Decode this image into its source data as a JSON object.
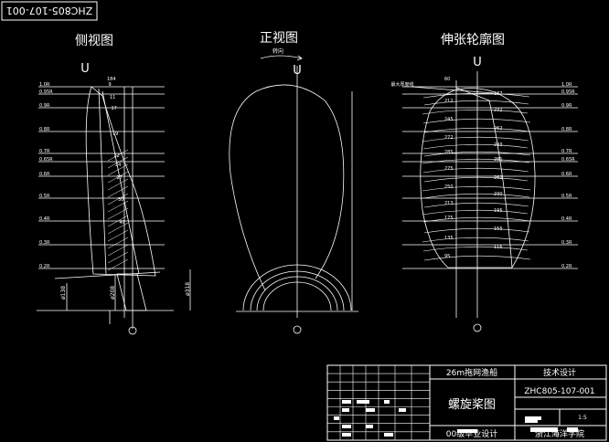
{
  "drawing_number_flipped": "ZHC805-107-001",
  "views": {
    "side": "侧视图",
    "front": "正视图",
    "expanded": "伸张轮廓图"
  },
  "rotation_label": "转向",
  "u_marker": "U",
  "max_thickness_label": "最大厚度线",
  "radius_labels": [
    "1.0R",
    "0.95R",
    "0.9R",
    "0.8R",
    "0.7R",
    "0.65R",
    "0.6R",
    "0.5R",
    "0.4R",
    "0.3R",
    "0.2R"
  ],
  "side_dims": {
    "d1": "ø138",
    "d2": "ø208",
    "d3": "ø318"
  },
  "side_values": [
    "184",
    "9",
    "11",
    "17",
    "19",
    "22",
    "24",
    "27",
    "30",
    "40"
  ],
  "exp_values": [
    "60",
    "187",
    "212",
    "232",
    "245",
    "262",
    "272",
    "283",
    "285",
    "281",
    "275",
    "262",
    "250",
    "230",
    "213",
    "195",
    "175",
    "155",
    "135",
    "116",
    "95"
  ],
  "title_block": {
    "project": "26m拖网渔船",
    "stage": "技术设计",
    "drawing_no": "ZHC805-107-001",
    "part_name": "螺旋桨图",
    "scale": "1:5",
    "design": "00级毕业设计",
    "school": "浙江海洋学院"
  }
}
